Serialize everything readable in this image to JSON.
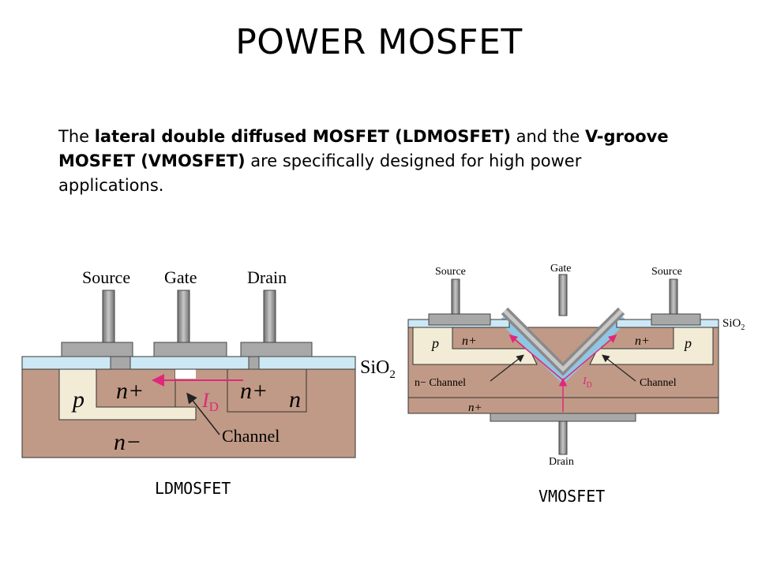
{
  "title": "POWER MOSFET",
  "intro": {
    "p1": "The ",
    "b1": "lateral double diffused MOSFET (LDMOSFET)",
    "p2": " and the ",
    "b2": "V-groove MOSFET (VMOSFET)",
    "p3": " are specifically designed for high power applications."
  },
  "ldmos": {
    "source": "Source",
    "gate": "Gate",
    "drain": "Drain",
    "sio2": "SiO",
    "sub2": "2",
    "p": "p",
    "nplus_left": "n+",
    "nplus_right": "n+",
    "n": "n",
    "nminus": "n−",
    "id_main": "I",
    "id_sub": "D",
    "channel": "Channel",
    "caption": "LDMOSFET"
  },
  "vmos": {
    "source_left": "Source",
    "gate": "Gate",
    "source_right": "Source",
    "sio2": "SiO",
    "sub2": "2",
    "p_left": "p",
    "nplus_left": "n+",
    "nplus_right": "n+",
    "p_right": "p",
    "nminus_channel": "n− Channel",
    "channel": "Channel",
    "id_main": "I",
    "id_sub": "D",
    "nplus_bottom": "n+",
    "drain": "Drain",
    "caption": "VMOSFET"
  },
  "colors": {
    "substrate": "#c09a86",
    "p_region": "#f2ecd6",
    "oxide": "#cde8f5",
    "metal": "#a8a8a8",
    "current": "#e0287a"
  }
}
